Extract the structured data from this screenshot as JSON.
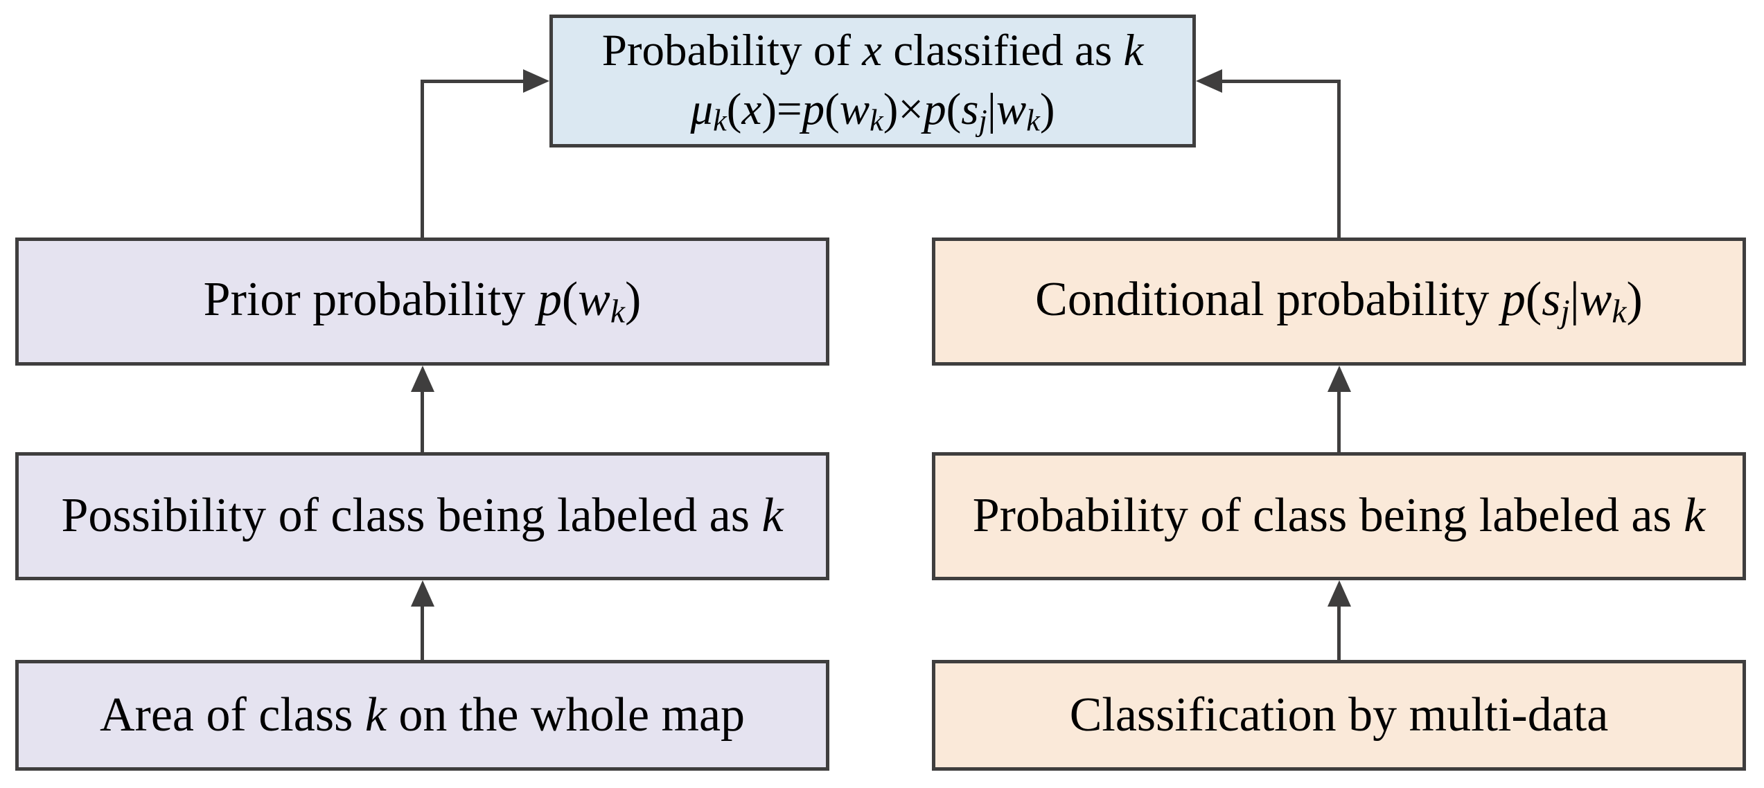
{
  "colors": {
    "fill-result": "#dbe8f2",
    "fill-prior": "#e5e3f0",
    "fill-conditional": "#fae9d9",
    "stroke": "#3f3e3e",
    "text": "#000000"
  },
  "nodes": {
    "result": {
      "text": "Probability of x classified as k / μk(x)=p(wk)×p(sj|wk)",
      "line1": [
        {
          "t": "Probability of "
        },
        {
          "t": "x",
          "i": true
        },
        {
          "t": " classified as "
        },
        {
          "t": "k",
          "i": true
        }
      ],
      "line2": [
        {
          "t": "μ",
          "i": true
        },
        {
          "t": "k",
          "i": true,
          "sub": true
        },
        {
          "t": "("
        },
        {
          "t": "x",
          "i": true
        },
        {
          "t": ")="
        },
        {
          "t": "p",
          "i": true
        },
        {
          "t": "("
        },
        {
          "t": "w",
          "i": true
        },
        {
          "t": "k",
          "i": true,
          "sub": true
        },
        {
          "t": ")×"
        },
        {
          "t": "p",
          "i": true
        },
        {
          "t": "("
        },
        {
          "t": "s",
          "i": true
        },
        {
          "t": "j",
          "i": true,
          "sub": true
        },
        {
          "t": "|"
        },
        {
          "t": "w",
          "i": true
        },
        {
          "t": "k",
          "i": true,
          "sub": true
        },
        {
          "t": ")"
        }
      ]
    },
    "left": [
      {
        "text": "Prior probability p(wk)",
        "segments": [
          {
            "t": "Prior probability "
          },
          {
            "t": "p",
            "i": true
          },
          {
            "t": "("
          },
          {
            "t": "w",
            "i": true
          },
          {
            "t": "k",
            "i": true,
            "sub": true
          },
          {
            "t": ")"
          }
        ]
      },
      {
        "text": "Possibility of class being labeled as k",
        "segments": [
          {
            "t": "Possibility of class being labeled as "
          },
          {
            "t": "k",
            "i": true
          }
        ]
      },
      {
        "text": "Area of class k on the whole map",
        "segments": [
          {
            "t": "Area of class "
          },
          {
            "t": "k",
            "i": true
          },
          {
            "t": " on the whole map"
          }
        ]
      }
    ],
    "right": [
      {
        "text": "Conditional probability p(sj|wk)",
        "segments": [
          {
            "t": "Conditional probability "
          },
          {
            "t": "p",
            "i": true
          },
          {
            "t": "("
          },
          {
            "t": "s",
            "i": true
          },
          {
            "t": "j",
            "i": true,
            "sub": true
          },
          {
            "t": "|"
          },
          {
            "t": "w",
            "i": true
          },
          {
            "t": "k",
            "i": true,
            "sub": true
          },
          {
            "t": ")"
          }
        ]
      },
      {
        "text": "Probability of class being labeled as k",
        "segments": [
          {
            "t": "Probability of class being labeled as "
          },
          {
            "t": "k",
            "i": true
          }
        ]
      },
      {
        "text": "Classification by multi-data",
        "segments": [
          {
            "t": "Classification by multi-data"
          }
        ]
      }
    ]
  },
  "edges": [
    {
      "from": "area-of-class",
      "to": "possibility-of-class",
      "direction": "up"
    },
    {
      "from": "possibility-of-class",
      "to": "prior-probability",
      "direction": "up"
    },
    {
      "from": "prior-probability",
      "to": "result",
      "direction": "elbow-right"
    },
    {
      "from": "classification-by-multidata",
      "to": "probability-of-class",
      "direction": "up"
    },
    {
      "from": "probability-of-class",
      "to": "conditional-probability",
      "direction": "up"
    },
    {
      "from": "conditional-probability",
      "to": "result",
      "direction": "elbow-left"
    }
  ]
}
